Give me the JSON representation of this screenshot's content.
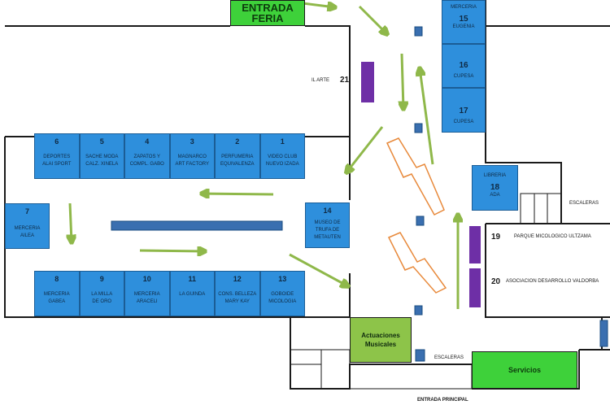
{
  "entrances": {
    "feria_line1": "ENTRADA",
    "feria_line2": "FERIA",
    "principal": "ENTRADA PRINCIPAL"
  },
  "stairs": {
    "label_right": "ESCALERAS",
    "label_bottom": "ESCALERAS"
  },
  "areas": {
    "musical_line1": "Actuaciones",
    "musical_line2": "Musicales",
    "services": "Servicios"
  },
  "stalls_top": [
    {
      "num": "6",
      "line1": "DEPORTES",
      "line2": "ALAI SPORT"
    },
    {
      "num": "5",
      "line1": "SACHE MODA",
      "line2": "CALZ. XINELA"
    },
    {
      "num": "4",
      "line1": "ZAPATOS Y",
      "line2": "COMPL. GABO"
    },
    {
      "num": "3",
      "line1": "MAGNARCO",
      "line2": "ART FACTORY"
    },
    {
      "num": "2",
      "line1": "PERFUMERIA",
      "line2": "EQUIVALENZA"
    },
    {
      "num": "1",
      "line1": "VIDEO CLUB",
      "line2": "NUEVO IZADA"
    }
  ],
  "stalls_bottom": [
    {
      "num": "8",
      "line1": "MERCERIA",
      "line2": "GABEA"
    },
    {
      "num": "9",
      "line1": "LA MILLA",
      "line2": "DE ORO"
    },
    {
      "num": "10",
      "line1": "MERCERIA",
      "line2": "ARACELI"
    },
    {
      "num": "11",
      "line1": "LA GUINDA",
      "line2": ""
    },
    {
      "num": "12",
      "line1": "CONS. BELLEZA",
      "line2": "MARY KAY"
    },
    {
      "num": "13",
      "line1": "GOBOIDE",
      "line2": "MICOLOGIA"
    }
  ],
  "stall_7": {
    "num": "7",
    "line1": "MERCERIA",
    "line2": "AILEA"
  },
  "stall_14": {
    "num": "14",
    "line1": "MUSEO DE",
    "line2": "TRUFA DE",
    "line3": "METAUTEN"
  },
  "stalls_right": [
    {
      "num": "15",
      "line1": "MERCERIA",
      "line2": "EUGENIA"
    },
    {
      "num": "16",
      "line1": "CUPESA",
      "line2": ""
    },
    {
      "num": "17",
      "line1": "CUPESA",
      "line2": ""
    }
  ],
  "stall_18": {
    "num": "18",
    "line1": "LIBRERIA",
    "line2": "ADA"
  },
  "stall_19": {
    "num": "19",
    "name": "PARQUE MICOLOGICO ULTZAMA"
  },
  "stall_20": {
    "num": "20",
    "name": "ASOCIACION DESARROLLO VALDORBA"
  },
  "stall_21": {
    "num": "21",
    "name": "IL ARTE"
  },
  "colors": {
    "stall_blue": "#2e8fdc",
    "arrow_green": "#8fb84a",
    "green_area": "#3ed13a",
    "musical_green": "#8dc449",
    "purple": "#6e2fa6",
    "orange_outline": "#e88a3c",
    "wall": "#1a1a1a"
  }
}
